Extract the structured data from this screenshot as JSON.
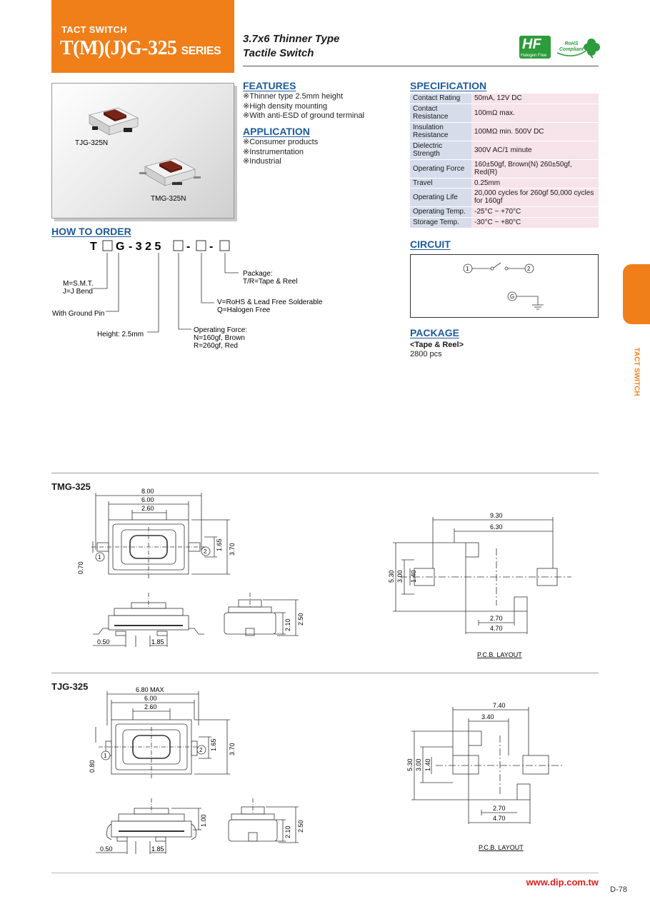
{
  "header": {
    "category": "TACT SWITCH",
    "model": "T(M)(J)G-325",
    "series_word": "SERIES",
    "subtitle_line1": "3.7x6 Thinner Type",
    "subtitle_line2": "Tactile Switch",
    "hf_logo": "HF",
    "hf_label": "Halogen Free",
    "rohs_line1": "RoHS",
    "rohs_line2": "Compliant",
    "colors": {
      "accent": "#f07f1a",
      "heading": "#1d5a9e",
      "hf_green": "#2d9c3a",
      "url_red": "#e0201b"
    }
  },
  "photo": {
    "label_tjg": "TJG-325N",
    "label_tmg": "TMG-325N"
  },
  "features": {
    "heading": "FEATURES",
    "items": [
      "※Thinner type 2.5mm height",
      "※High density mounting",
      "※With anti-ESD of ground terminal"
    ]
  },
  "application": {
    "heading": "APPLICATION",
    "items": [
      "※Consumer products",
      "※Instrumentation",
      "※Industrial"
    ]
  },
  "specification": {
    "heading": "SPECIFICATION",
    "rows": [
      {
        "key": "Contact Rating",
        "value": "50mA, 12V DC"
      },
      {
        "key": "Contact Resistance",
        "value": "100mΩ max."
      },
      {
        "key": "Insulation Resistance",
        "value": "100MΩ min. 500V DC"
      },
      {
        "key": "Dielectric Strength",
        "value": "300V AC/1 minute"
      },
      {
        "key": "Operating Force",
        "value": "160±50gf, Brown(N) 260±50gf, Red(R)"
      },
      {
        "key": "Travel",
        "value": "0.25mm"
      },
      {
        "key": "Operating Life",
        "value": "20,000 cycles for 260gf 50,000 cycles for 160gf"
      },
      {
        "key": "Operating Temp.",
        "value": "-25°C ~ +70°C"
      },
      {
        "key": "Storage Temp.",
        "value": "-30°C ~ +80°C"
      }
    ]
  },
  "how_to_order": {
    "heading": "HOW TO ORDER",
    "code_t": "T",
    "code_g": "G",
    "code_325": "- 3 2 5",
    "dash": "-",
    "label_smt_1": "M=S.M.T.",
    "label_smt_2": "J=J Bend",
    "label_ground": "With Ground Pin",
    "label_height": "Height: 2.5mm",
    "label_package_1": "Package:",
    "label_package_2": "T/R=Tape & Reel",
    "label_rohs_1": "V=RoHS & Lead Free Solderable",
    "label_rohs_2": "Q=Halogen Free",
    "label_force_1": "Operating Force:",
    "label_force_2": "N=160gf, Brown",
    "label_force_3": "R=260gf, Red"
  },
  "circuit": {
    "heading": "CIRCUIT",
    "pin1": "1",
    "pin2": "2",
    "pin_g": "G"
  },
  "package": {
    "heading": "PACKAGE",
    "type": "<Tape & Reel>",
    "quantity": "2800 pcs"
  },
  "side_tab": {
    "label": "TACT SWITCH"
  },
  "drawings": {
    "tmg": {
      "title": "TMG-325",
      "dims": {
        "w_total": "8.00",
        "w_body": "6.00",
        "w_button": "2.60",
        "h_inner": "1.65",
        "h_total": "3.70",
        "terminal": "0.70",
        "pitch_a": "0.50",
        "pitch_b": "1.85",
        "side_h1": "2.10",
        "side_h2": "2.50"
      },
      "pcb": {
        "w_total": "9.30",
        "w_inner": "6.30",
        "h_total": "5.30",
        "h_mid": "3.00",
        "h_pad": "1.40",
        "pad_w": "2.70",
        "pad_span": "4.70",
        "label": "P.C.B. LAYOUT"
      },
      "pin1": "1",
      "pin2": "2"
    },
    "tjg": {
      "title": "TJG-325",
      "dims": {
        "w_total": "6.80 MAX",
        "w_body": "6.00",
        "w_button": "2.60",
        "h_inner": "1.65",
        "h_total": "3.70",
        "terminal": "0.80",
        "pitch_a": "0.50",
        "pitch_b": "1.85",
        "side_h0": "1.00",
        "side_h1": "2.10",
        "side_h2": "2.50"
      },
      "pcb": {
        "w_total": "7.40",
        "w_inner": "3.40",
        "h_total": "5.30",
        "h_mid": "3.00",
        "h_pad": "1.40",
        "pad_w": "2.70",
        "pad_span": "4.70",
        "label": "P.C.B. LAYOUT"
      },
      "pin1": "1",
      "pin2": "2"
    }
  },
  "footer": {
    "url": "www.dip.com.tw",
    "page": "D-78"
  }
}
